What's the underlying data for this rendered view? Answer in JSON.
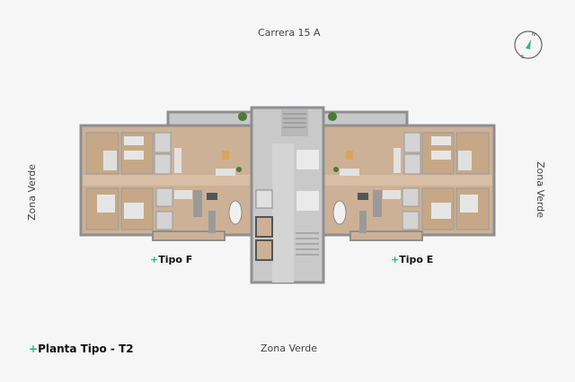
{
  "labels": {
    "top_street": "Carrera 15 A",
    "left_side": "Zona Verde",
    "right_side": "Zona Verde",
    "bottom_side": "Zona Verde"
  },
  "units": [
    {
      "prefix": "+",
      "name": "Tipo F"
    },
    {
      "prefix": "+",
      "name": "Tipo E"
    }
  ],
  "plan_title": {
    "prefix": "+",
    "text": "Planta Tipo - T2"
  },
  "compass": {
    "north": "N",
    "south": "S",
    "icon": "compass-icon"
  },
  "colors": {
    "accent": "#2bb58a",
    "wall": "#8d8f91",
    "wood_floor": "#cdb196",
    "tile_floor": "#d4d4d4",
    "background": "#f6f6f6"
  }
}
